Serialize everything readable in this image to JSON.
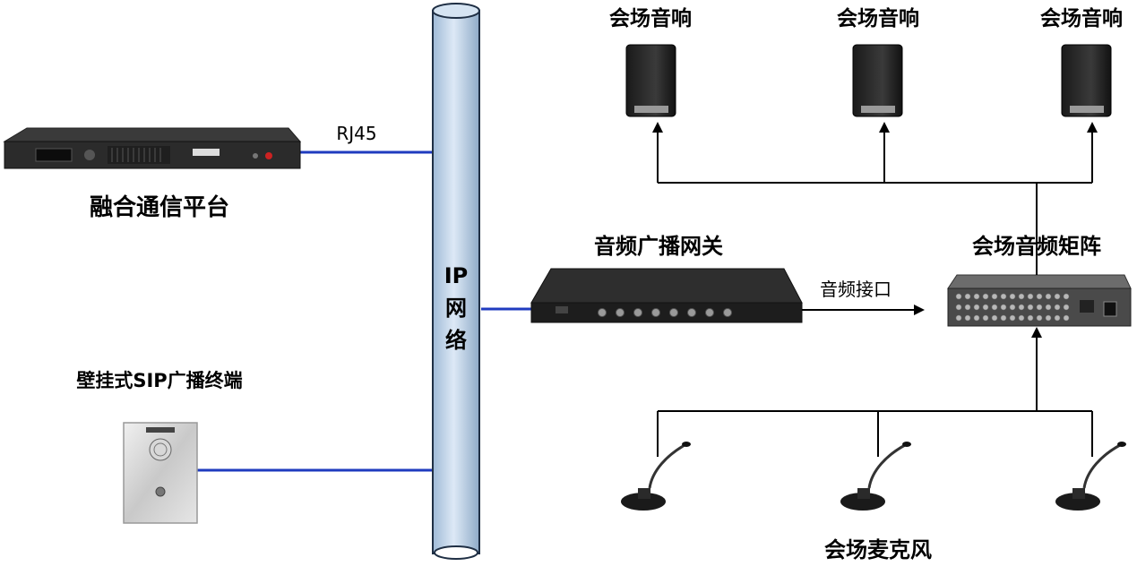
{
  "labels": {
    "platform": "融合通信平台",
    "rj45": "RJ45",
    "ip_network": [
      "IP",
      "网",
      "络"
    ],
    "gateway": "音频广播网关",
    "audio_interface": "音频接口",
    "matrix": "会场音频矩阵",
    "speakers": [
      "会场音响",
      "会场音响",
      "会场音响"
    ],
    "terminal": "壁挂式SIP广播终端",
    "microphones": "会场麦克风"
  },
  "colors": {
    "network_line": "#1f3bbf",
    "pipe_fill": "#c8ddf0",
    "pipe_stroke": "#1f2f44",
    "line": "#000000"
  },
  "icons": [
    "rack-server-icon",
    "gateway-device-icon",
    "audio-matrix-icon",
    "speaker-icon",
    "wall-terminal-icon",
    "gooseneck-mic-icon"
  ]
}
